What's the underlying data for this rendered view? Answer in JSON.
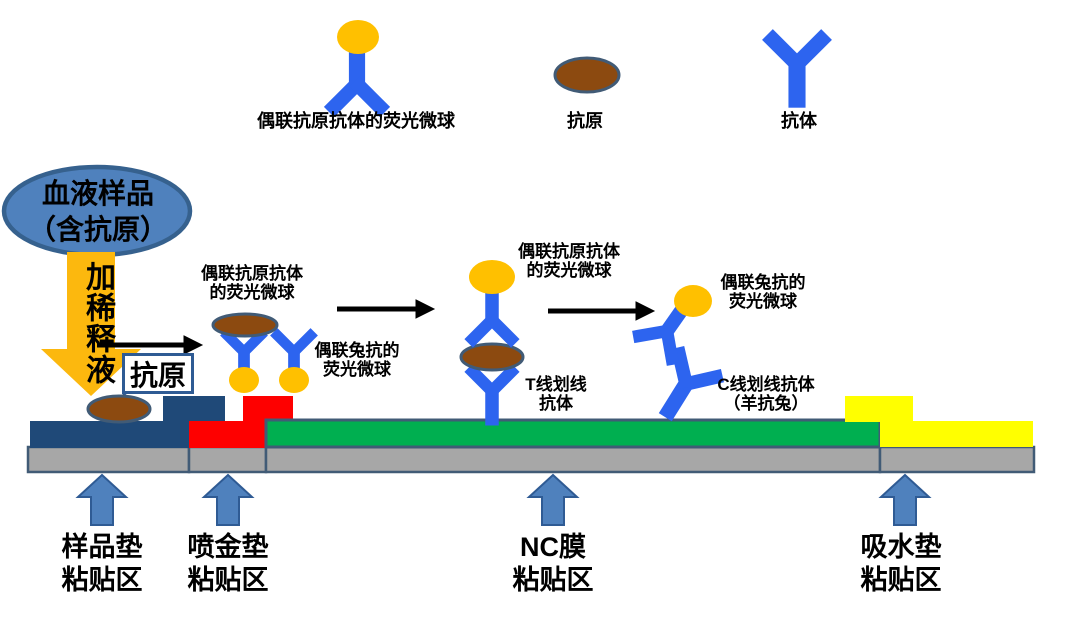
{
  "colors": {
    "antibody-blue": "#2D64EF",
    "microsphere-yellow": "#FFC000",
    "antigen-brown": "#8C4A10",
    "steel-blue": "#4F81BD",
    "steel-blue-dark": "#2F5B94",
    "sample-pad-navy": "#1F4978",
    "gold-pad-red": "#FE0000",
    "nc-membrane-green": "#00AF50",
    "absorbent-pad-yellow": "#FFFF00",
    "backing-gray": "#A7A7A7",
    "outline-slate": "#415B76",
    "arrow-yellow": "#FCB80E"
  },
  "legend": {
    "items": [
      {
        "icon": "microsphere-antibody-conjugate-icon",
        "label": "偶联抗原抗体的荧光微球"
      },
      {
        "icon": "antigen-icon",
        "label": "抗原"
      },
      {
        "icon": "antibody-icon",
        "label": "抗体"
      }
    ]
  },
  "sample": {
    "bubble_label": "血液样品\n（含抗原）",
    "dilution_arrow_label": "加稀释液",
    "antigen_callout_label": "抗原"
  },
  "conjugate_pad": {
    "conjugate_label": "偶联抗原抗体\n的荧光微球",
    "rabbit_conjugate_label": "偶联兔抗的\n荧光微球"
  },
  "t_line": {
    "conjugate_label": "偶联抗原抗体\n的荧光微球",
    "antibody_label": "T线划线\n抗体"
  },
  "c_line": {
    "conjugate_label": "偶联兔抗的\n荧光微球",
    "antibody_label": "C线划线抗体\n（羊抗兔）"
  },
  "strip_zones": [
    {
      "label": "样品垫\n粘贴区"
    },
    {
      "label": "喷金垫\n粘贴区"
    },
    {
      "label": "NC膜\n粘贴区"
    },
    {
      "label": "吸水垫\n粘贴区"
    }
  ]
}
